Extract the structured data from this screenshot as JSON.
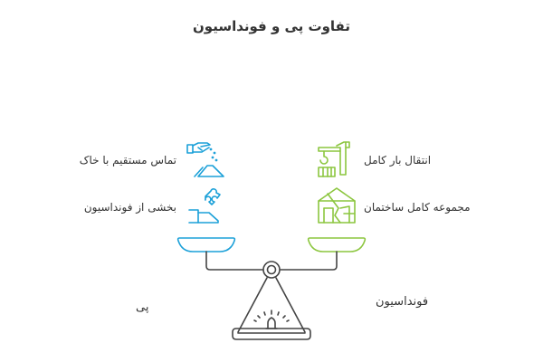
{
  "title": "تفاوت پی و فونداسیون",
  "colors": {
    "left_accent": "#1ba0d8",
    "right_accent": "#8cc63f",
    "scale": "#444444",
    "text": "#333333"
  },
  "left": {
    "name": "پی",
    "items": [
      {
        "label": "تماس مستقیم با خاک",
        "icon": "hand-pouring-soil-icon"
      },
      {
        "label": "بخشی از فونداسیون",
        "icon": "puzzle-piece-on-hand-icon"
      }
    ]
  },
  "right": {
    "name": "فونداسیون",
    "items": [
      {
        "label": "انتقال بار کامل",
        "icon": "crane-icon"
      },
      {
        "label": "مجموعه کامل ساختمان",
        "icon": "house-structure-icon"
      }
    ]
  },
  "scale": {
    "icon": "balance-scale-icon"
  }
}
